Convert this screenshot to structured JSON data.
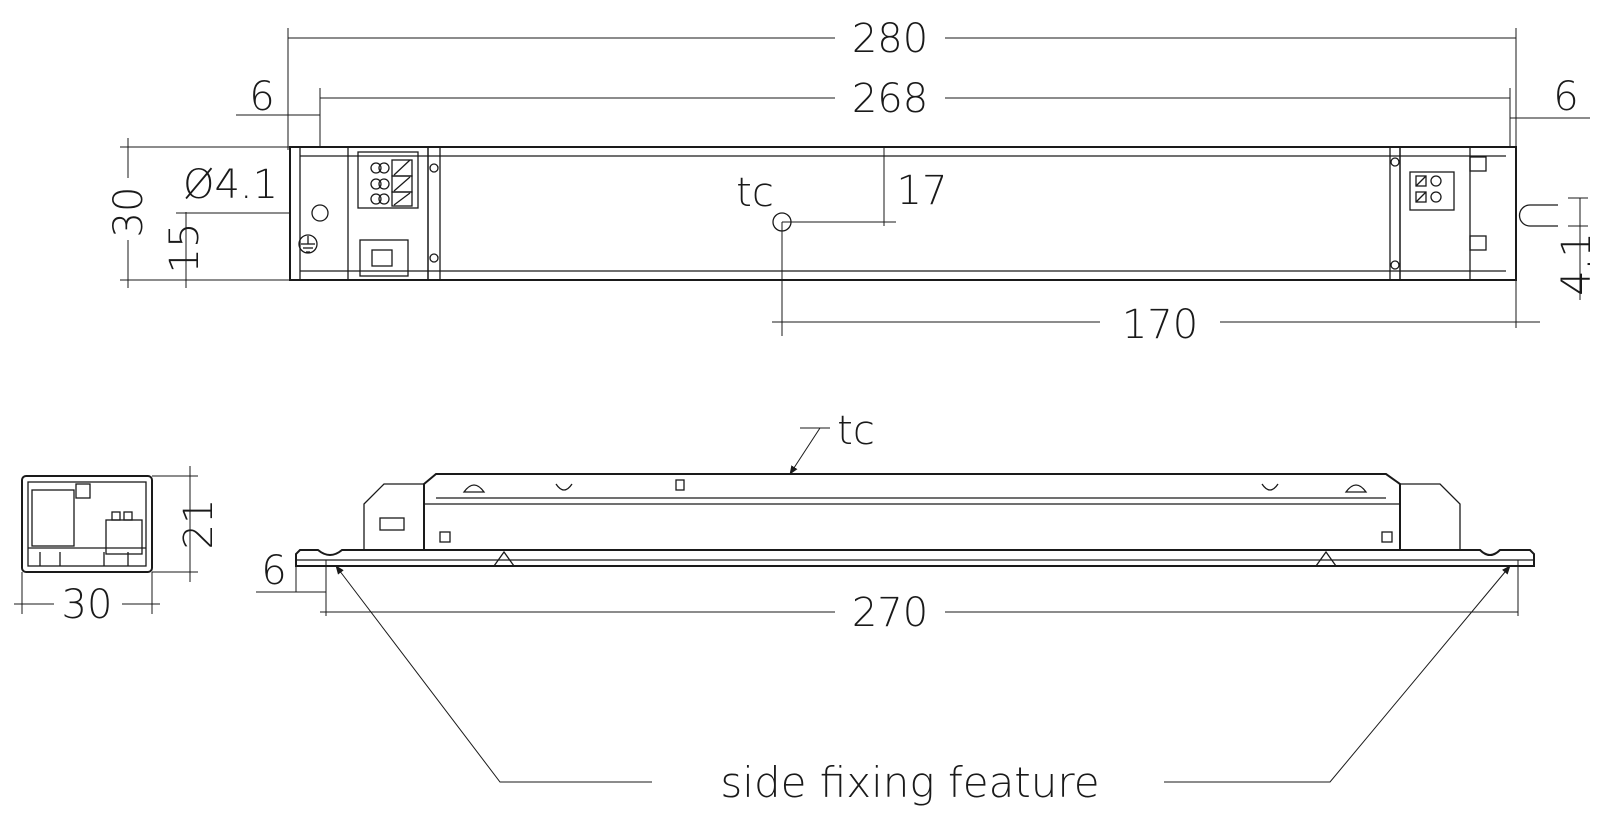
{
  "dimensions": {
    "overall_length": "280",
    "mounting_length": "268",
    "left_offset": "6",
    "right_offset": "6",
    "width": "30",
    "half_width": "15",
    "hole_diameter": "Ø4.1",
    "slot_width": "4.1",
    "tc_offset_y": "17",
    "tc_offset_x": "170",
    "height": "21",
    "end_width": "30",
    "side_offset": "6",
    "side_length": "270"
  },
  "labels": {
    "tc_top": "tc",
    "tc_side": "tc",
    "side_fixing": "side fixing feature"
  },
  "icons": {
    "ground": "ground-symbol-icon"
  },
  "colors": {
    "line": "#1a1a1a",
    "background": "#ffffff"
  }
}
